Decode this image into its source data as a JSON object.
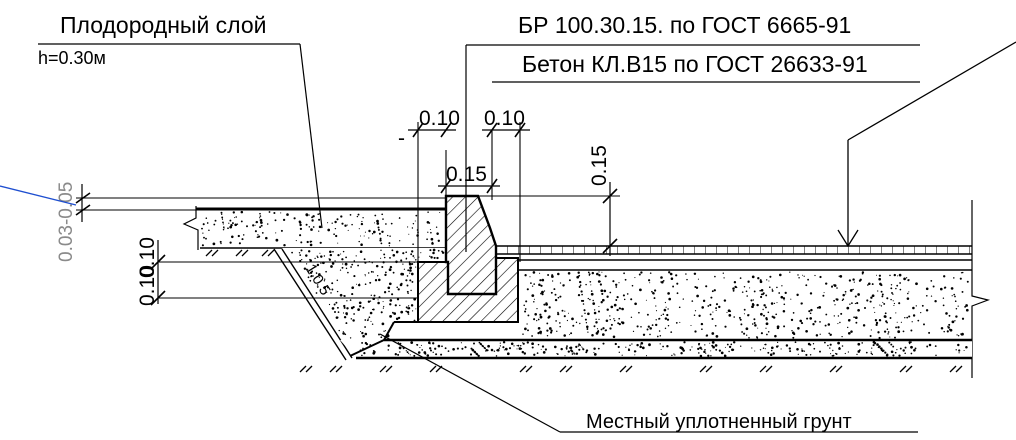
{
  "labels": {
    "fertile_layer": "Плодородный слой",
    "fertile_layer_thickness": "h=0.30м",
    "curb_stone": "БР 100.30.15. по ГОСТ 6665-91",
    "concrete": "Бетон КЛ.В15 по ГОСТ 26633-91",
    "local_soil": "Местный уплотненный грунт"
  },
  "dimensions": {
    "left_offset": "0.10",
    "right_offset": "0.10",
    "curb_width": "0.15",
    "curb_height": "0.15",
    "layer_thickness_a": "0.10",
    "layer_thickness_b": "0.10",
    "edge_height": "0.03-0.05",
    "slope": "1:0.5",
    "dash_mark": "-"
  },
  "colors": {
    "line": "#000000",
    "grey_text": "#8a8a8a",
    "blue_leader": "#1f4fd0"
  }
}
